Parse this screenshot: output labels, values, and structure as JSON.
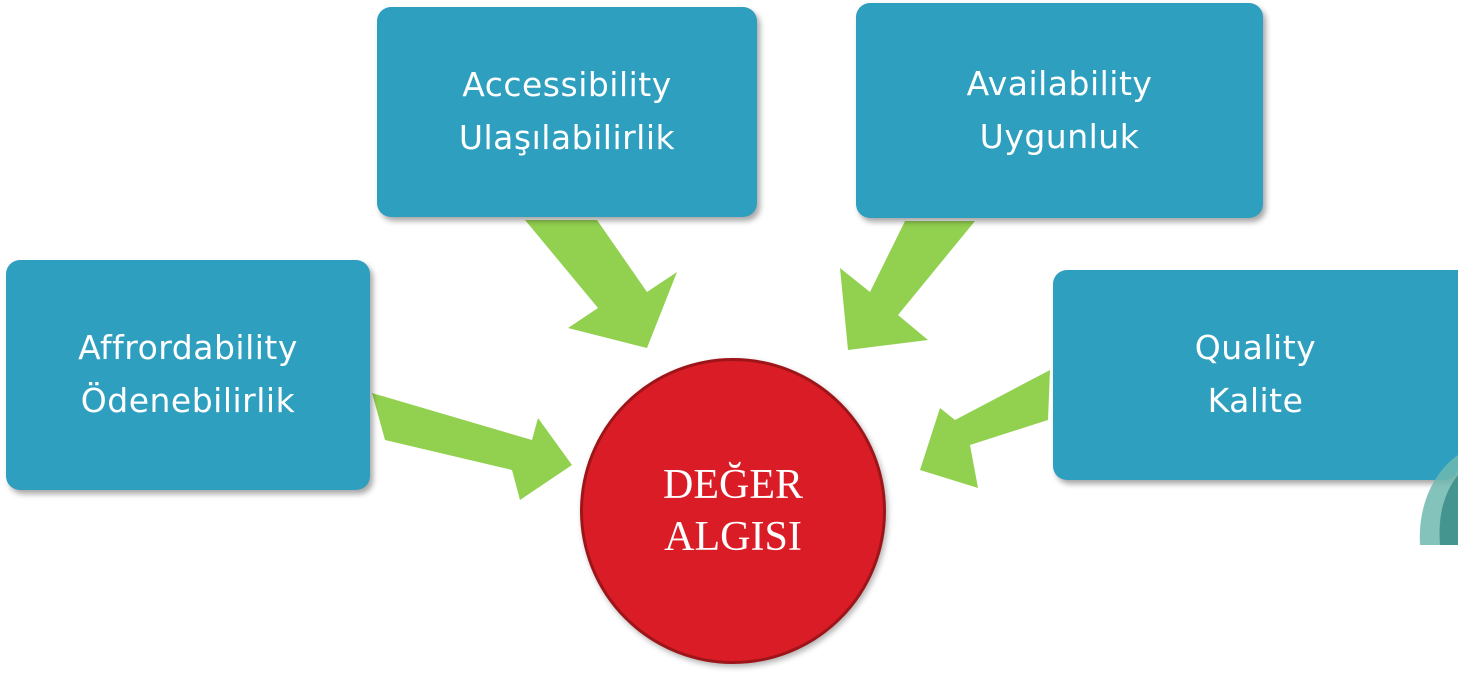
{
  "diagram": {
    "boxes": {
      "accessibility": {
        "line1": "Accessibility",
        "line2": "Ulaşılabilirlik"
      },
      "availability": {
        "line1": "Availability",
        "line2": "Uygunluk"
      },
      "affordability": {
        "line1": "Affrordability",
        "line2": "Ödenebilirlik"
      },
      "quality": {
        "line1": "Quality",
        "line2": "Kalite"
      }
    },
    "center": {
      "line1": "DEĞER",
      "line2": "ALGISI"
    }
  },
  "colors": {
    "box_fill": "#2e9fbf",
    "arrow_fill": "#92d050",
    "center_fill": "#da1c26",
    "text": "#ffffff"
  }
}
